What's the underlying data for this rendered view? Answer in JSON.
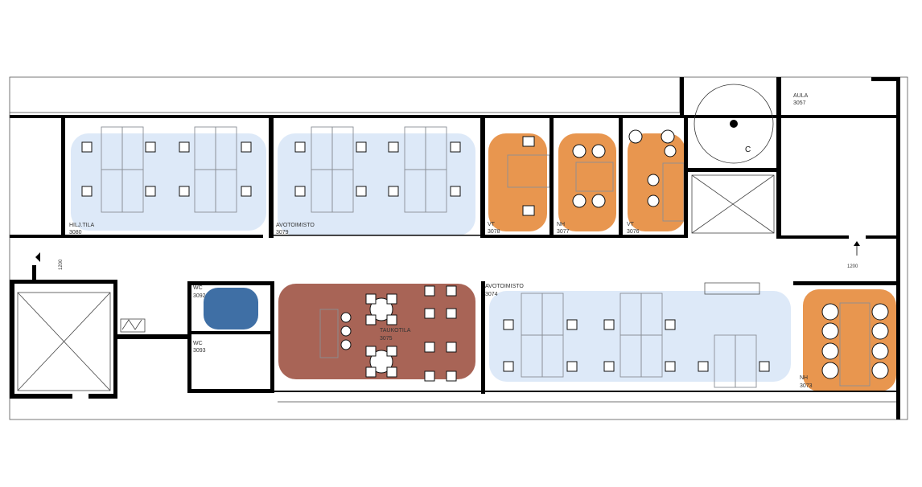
{
  "plan": {
    "rooms": [
      {
        "id": "3080",
        "name": "HILJ.TILA",
        "type": "quiet-room",
        "color": "#dde9f8"
      },
      {
        "id": "3079",
        "name": "AVOTOIMISTO",
        "type": "open-office",
        "color": "#dde9f8"
      },
      {
        "id": "3078",
        "name": "VT",
        "type": "meeting",
        "color": "#e8964f"
      },
      {
        "id": "3077",
        "name": "NH",
        "type": "meeting",
        "color": "#e8964f"
      },
      {
        "id": "3076",
        "name": "VT",
        "type": "meeting",
        "color": "#e8964f"
      },
      {
        "id": "3057",
        "name": "AULA",
        "type": "lobby"
      },
      {
        "id": "3092",
        "name": "WC",
        "type": "toilet",
        "color": "#3f6fa5"
      },
      {
        "id": "3093",
        "name": "WC",
        "type": "toilet"
      },
      {
        "id": "3075",
        "name": "TAUKOTILA",
        "type": "break-room",
        "color": "#a86456"
      },
      {
        "id": "3074",
        "name": "AVOTOIMISTO",
        "type": "open-office",
        "color": "#dde9f8"
      },
      {
        "id": "3073",
        "name": "NH",
        "type": "meeting",
        "color": "#e8964f"
      }
    ],
    "stair_label": "C",
    "dimensions": {
      "corridor_right": "1200",
      "corridor_left": "1200"
    }
  }
}
